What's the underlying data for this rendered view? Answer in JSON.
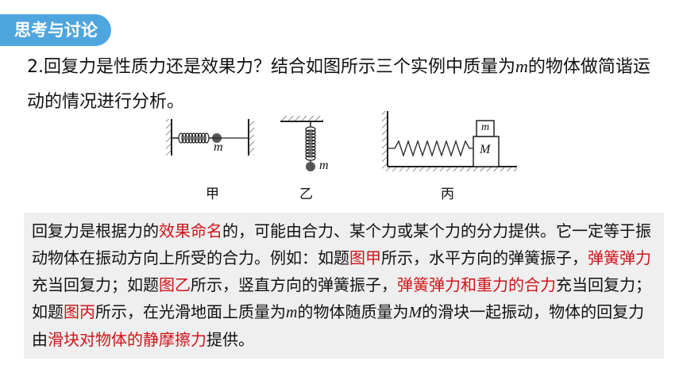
{
  "tag": "思考与讨论",
  "question": {
    "number": "2.",
    "part1": "回复力是性质力还是效果力？结合如图所示三个实例中质量为",
    "var_m": "m",
    "part2": "的物体做简谐运动的情况进行分析。"
  },
  "figures": {
    "jia": {
      "caption": "甲",
      "mass_label": "m"
    },
    "yi": {
      "caption": "乙",
      "mass_label": "m"
    },
    "bing": {
      "caption": "丙",
      "upper_block": "m",
      "lower_block": "M"
    }
  },
  "answer": {
    "s1": "回复力是根据力的",
    "r1": "效果命名",
    "s2": "的，可能由合力、某个力或某个力的分力提供。它一定等于振动物体在振动方向上所受的合力。例如：如题",
    "r2": "图甲",
    "s3": "所示，水平方向的弹簧振子，",
    "r3": "弹簧弹力",
    "s4": "充当回复力；如题",
    "r4": "图乙",
    "s5": "所示，竖直方向的弹簧振子，",
    "r5": "弹簧弹力和重力的合力",
    "s6": "充当回复力；如题",
    "r6": "图丙",
    "s7": "所示，在光滑地面上质量为",
    "v1": "m",
    "s8": "的物体随质量为",
    "v2": "M",
    "s9": "的滑块一起振动，物体的回复力由",
    "r7": "滑块对物体的静摩擦力",
    "s10": "提供。"
  },
  "colors": {
    "tag_bg": "#4ea6df",
    "highlight": "#d0141a",
    "answer_bg": "#efefef"
  }
}
